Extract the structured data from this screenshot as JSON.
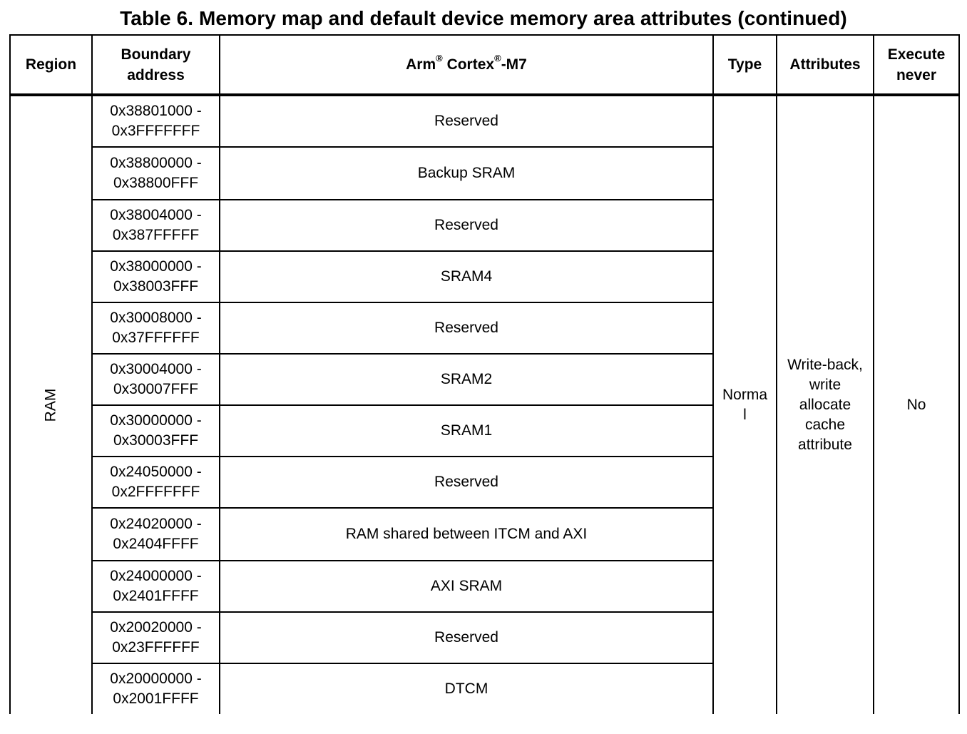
{
  "title": "Table 6. Memory map and default device memory area attributes (continued)",
  "headers": {
    "region": "Region",
    "boundary_line1": "Boundary",
    "boundary_line2": "address",
    "arm_prefix": "Arm",
    "reg_mark1": "®",
    "cortex": " Cortex",
    "reg_mark2": "®",
    "m7": "-M7",
    "type": "Type",
    "attributes": "Attributes",
    "execute_line1": "Execute",
    "execute_line2": "never"
  },
  "region": "RAM",
  "type_line1": "Norma",
  "type_line2": "l",
  "attributes_lines": [
    "Write-back,",
    "write",
    "allocate",
    "cache",
    "attribute"
  ],
  "execute_never": "No",
  "rows": [
    {
      "addr_start": "0x38801000 -",
      "addr_end": "0x3FFFFFFF",
      "name": "Reserved"
    },
    {
      "addr_start": "0x38800000 -",
      "addr_end": "0x38800FFF",
      "name": "Backup SRAM"
    },
    {
      "addr_start": "0x38004000 -",
      "addr_end": "0x387FFFFF",
      "name": "Reserved"
    },
    {
      "addr_start": "0x38000000 -",
      "addr_end": "0x38003FFF",
      "name": "SRAM4"
    },
    {
      "addr_start": "0x30008000 -",
      "addr_end": "0x37FFFFFF",
      "name": "Reserved"
    },
    {
      "addr_start": "0x30004000 -",
      "addr_end": "0x30007FFF",
      "name": "SRAM2"
    },
    {
      "addr_start": "0x30000000 -",
      "addr_end": "0x30003FFF",
      "name": "SRAM1"
    },
    {
      "addr_start": "0x24050000 -",
      "addr_end": "0x2FFFFFFF",
      "name": "Reserved"
    },
    {
      "addr_start": "0x24020000 -",
      "addr_end": "0x2404FFFF",
      "name": "RAM shared between ITCM and AXI"
    },
    {
      "addr_start": "0x24000000 -",
      "addr_end": "0x2401FFFF",
      "name": "AXI SRAM"
    },
    {
      "addr_start": "0x20020000 -",
      "addr_end": "0x23FFFFFF",
      "name": "Reserved"
    },
    {
      "addr_start": "0x20000000 -",
      "addr_end": "0x2001FFFF",
      "name": "DTCM"
    }
  ]
}
